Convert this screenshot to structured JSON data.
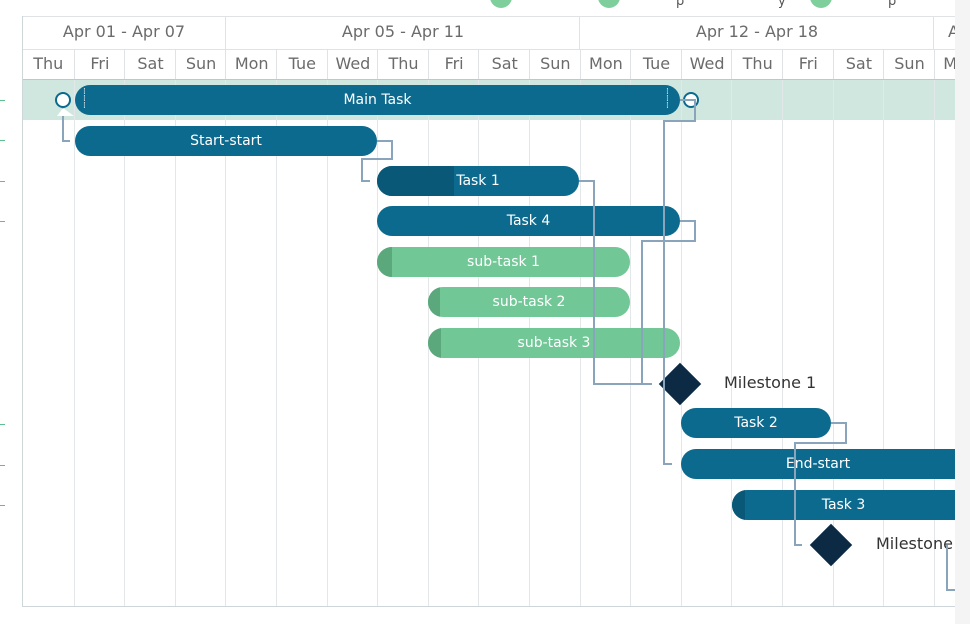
{
  "legend": [
    {
      "label": ""
    },
    {
      "label": "p"
    },
    {
      "label": "y"
    },
    {
      "label": "p"
    }
  ],
  "timeline": {
    "weeks": [
      {
        "label": "Apr 01 - Apr 07"
      },
      {
        "label": "Apr 05 - Apr 11"
      },
      {
        "label": "Apr 12 - Apr 18"
      },
      {
        "label": "A"
      }
    ],
    "days": [
      "Thu",
      "Fri",
      "Sat",
      "Sun",
      "Mon",
      "Tue",
      "Wed",
      "Thu",
      "Fri",
      "Sat",
      "Sun",
      "Mon",
      "Tue",
      "Wed",
      "Thu",
      "Fri",
      "Sat",
      "Sun",
      "Mon"
    ]
  },
  "tasks": [
    {
      "name": "Main Task",
      "type": "summary",
      "progress": 0
    },
    {
      "name": "Start-start",
      "type": "task",
      "progress": 0
    },
    {
      "name": "Task 1",
      "type": "task",
      "progress": 0.38
    },
    {
      "name": "Task 4",
      "type": "task",
      "progress": 0
    },
    {
      "name": "sub-task 1",
      "type": "subtask",
      "progress": 0.06
    },
    {
      "name": "sub-task 2",
      "type": "subtask",
      "progress": 0.06
    },
    {
      "name": "sub-task 3",
      "type": "subtask",
      "progress": 0.05
    },
    {
      "name": "Milestone 1",
      "type": "milestone"
    },
    {
      "name": "Task 2",
      "type": "task",
      "progress": 0
    },
    {
      "name": "End-start",
      "type": "task",
      "progress": 0
    },
    {
      "name": "Task 3",
      "type": "task",
      "progress": 0.06
    },
    {
      "name": "Milestone",
      "type": "milestone"
    }
  ],
  "colors": {
    "task": "#0b6a8e",
    "task_progress": "#0a5878",
    "subtask": "#72c797",
    "subtask_progress": "#5aa87b",
    "milestone": "#0d2a45",
    "row_highlight": "#cfe7de",
    "link": "#8aa4bb"
  }
}
